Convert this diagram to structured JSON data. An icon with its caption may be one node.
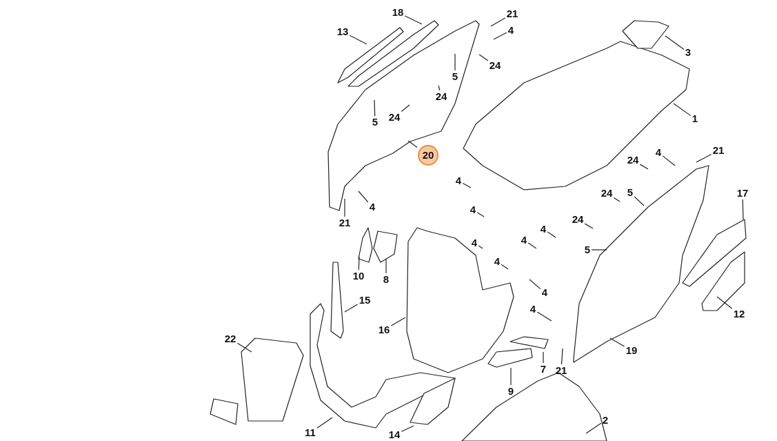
{
  "diagram": {
    "nodes": [
      {
        "text": [
          "18"
        ]
      },
      {
        "text": [
          "21"
        ]
      },
      {
        "text": [
          "4"
        ]
      },
      {
        "text": [
          "13"
        ]
      },
      {
        "text": [
          "3"
        ]
      },
      {
        "text": [
          "24"
        ]
      },
      {
        "text": [
          "5"
        ]
      },
      {
        "text": [
          "24"
        ]
      },
      {
        "text": [
          "1"
        ]
      },
      {
        "text": [
          "5"
        ]
      },
      {
        "text": [
          "24"
        ]
      },
      {
        "text": [
          "20"
        ]
      },
      {
        "text": [
          "4"
        ]
      },
      {
        "text": [
          "21"
        ]
      },
      {
        "text": [
          "24"
        ]
      },
      {
        "text": [
          "4"
        ]
      },
      {
        "text": [
          "24"
        ]
      },
      {
        "text": [
          "5"
        ]
      },
      {
        "text": [
          "17"
        ]
      },
      {
        "text": [
          "4"
        ]
      },
      {
        "text": [
          "21"
        ]
      },
      {
        "text": [
          "4"
        ]
      },
      {
        "text": [
          "24"
        ]
      },
      {
        "text": [
          "4"
        ]
      },
      {
        "text": [
          "4"
        ]
      },
      {
        "text": [
          "4"
        ]
      },
      {
        "text": [
          "5"
        ]
      },
      {
        "text": [
          "4"
        ]
      },
      {
        "text": [
          "10"
        ]
      },
      {
        "text": [
          "8"
        ]
      },
      {
        "text": [
          "15"
        ]
      },
      {
        "text": [
          "4"
        ]
      },
      {
        "text": [
          "4"
        ]
      },
      {
        "text": [
          "12"
        ]
      },
      {
        "text": [
          "16"
        ]
      },
      {
        "text": [
          "22"
        ]
      },
      {
        "text": [
          "19"
        ]
      },
      {
        "text": [
          "7"
        ]
      },
      {
        "text": [
          "21"
        ]
      },
      {
        "text": [
          "9"
        ]
      },
      {
        "text": [
          "2"
        ]
      },
      {
        "text": [
          "11"
        ]
      },
      {
        "text": [
          "14"
        ]
      }
    ],
    "edges": [
      {
        "from": 0,
        "to": null,
        "arrow": "none"
      },
      {
        "from": 1,
        "to": null,
        "arrow": "none"
      },
      {
        "from": 2,
        "to": null,
        "arrow": "none"
      },
      {
        "from": 3,
        "to": null,
        "arrow": "none"
      },
      {
        "from": 4,
        "to": null,
        "arrow": "none"
      },
      {
        "from": 5,
        "to": null,
        "arrow": "none"
      },
      {
        "from": 6,
        "to": null,
        "arrow": "none"
      },
      {
        "from": 7,
        "to": null,
        "arrow": "none"
      },
      {
        "from": 8,
        "to": null,
        "arrow": "none"
      },
      {
        "from": 9,
        "to": null,
        "arrow": "none"
      },
      {
        "from": 10,
        "to": null,
        "arrow": "none"
      },
      {
        "from": 11,
        "to": null,
        "arrow": "none"
      },
      {
        "from": 12,
        "to": null,
        "arrow": "none"
      },
      {
        "from": 13,
        "to": null,
        "arrow": "none"
      },
      {
        "from": 14,
        "to": null,
        "arrow": "none"
      },
      {
        "from": 15,
        "to": null,
        "arrow": "none"
      },
      {
        "from": 16,
        "to": null,
        "arrow": "none"
      },
      {
        "from": 17,
        "to": null,
        "arrow": "none"
      },
      {
        "from": 18,
        "to": null,
        "arrow": "none"
      },
      {
        "from": 19,
        "to": null,
        "arrow": "none"
      },
      {
        "from": 20,
        "to": null,
        "arrow": "none"
      },
      {
        "from": 21,
        "to": null,
        "arrow": "none"
      },
      {
        "from": 22,
        "to": null,
        "arrow": "none"
      },
      {
        "from": 23,
        "to": null,
        "arrow": "none"
      },
      {
        "from": 24,
        "to": null,
        "arrow": "none"
      },
      {
        "from": 25,
        "to": null,
        "arrow": "none"
      },
      {
        "from": 26,
        "to": null,
        "arrow": "none"
      },
      {
        "from": 27,
        "to": null,
        "arrow": "none"
      },
      {
        "from": 28,
        "to": null,
        "arrow": "none"
      },
      {
        "from": 29,
        "to": null,
        "arrow": "none"
      },
      {
        "from": 30,
        "to": null,
        "arrow": "none"
      },
      {
        "from": 31,
        "to": null,
        "arrow": "none"
      },
      {
        "from": 32,
        "to": null,
        "arrow": "none"
      },
      {
        "from": 33,
        "to": null,
        "arrow": "none"
      },
      {
        "from": 34,
        "to": null,
        "arrow": "none"
      },
      {
        "from": 35,
        "to": null,
        "arrow": "none"
      },
      {
        "from": 36,
        "to": null,
        "arrow": "none"
      },
      {
        "from": 37,
        "to": null,
        "arrow": "none"
      },
      {
        "from": 38,
        "to": null,
        "arrow": "none"
      },
      {
        "from": 39,
        "to": null,
        "arrow": "none"
      },
      {
        "from": 40,
        "to": null,
        "arrow": "none"
      },
      {
        "from": 41,
        "to": null,
        "arrow": "none"
      },
      {
        "from": 42,
        "to": null,
        "arrow": "none"
      }
    ]
  }
}
